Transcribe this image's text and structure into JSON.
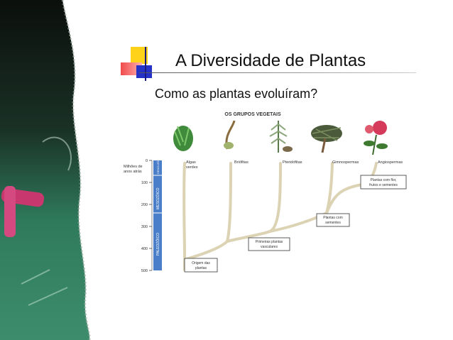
{
  "slide": {
    "title": "A Diversidade de Plantas",
    "subtitle": "Como as plantas evoluíram?"
  },
  "figure": {
    "heading": "OS GRUPOS VEGETAIS",
    "axis_label_line1": "Milhões de",
    "axis_label_line2": "anos atrás",
    "ticks": [
      "0",
      "100",
      "200",
      "300",
      "400",
      "500"
    ],
    "eras": [
      "CENO-ZÓICO",
      "MESOZÓICO",
      "PALEOZÓICO"
    ],
    "groups": {
      "algas_line1": "Algas",
      "algas_line2": "verdes",
      "briofitas": "Briófitas",
      "pteridofitas": "Pteridófitas",
      "gimnospermas": "Gimnospermas",
      "angiospermas": "Angiospermas"
    },
    "events": {
      "flores_line1": "Plantas com flor,",
      "flores_line2": "frutos e sementes",
      "sementes_line1": "Plantas com",
      "sementes_line2": "sementes",
      "vasculares_line1": "Primeiras plantas",
      "vasculares_line2": "vasculares",
      "origem_line1": "Origem das",
      "origem_line2": "plantas"
    }
  },
  "colors": {
    "era_bar": "#4a7ec8",
    "branch": "#dcd3b4",
    "title_text": "#111111"
  }
}
